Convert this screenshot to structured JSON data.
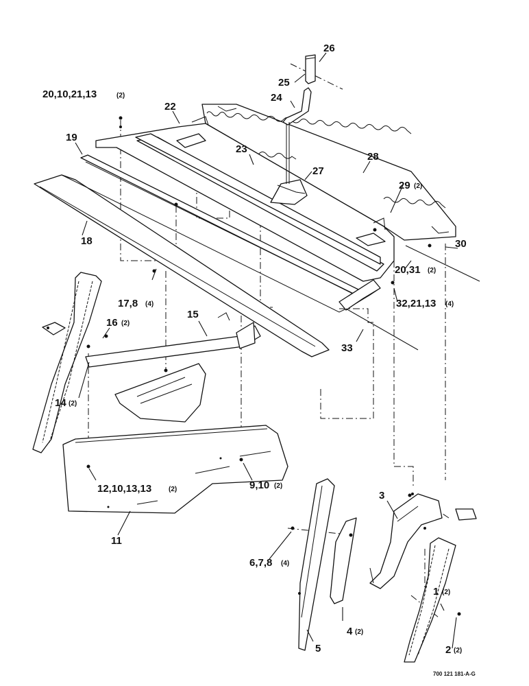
{
  "callouts": [
    {
      "id": "c26",
      "label": "26"
    },
    {
      "id": "c25",
      "label": "25"
    },
    {
      "id": "c24",
      "label": "24"
    },
    {
      "id": "c20a",
      "label": "20,10,21,13",
      "qty": "(2)"
    },
    {
      "id": "c22",
      "label": "22"
    },
    {
      "id": "c19",
      "label": "19"
    },
    {
      "id": "c23",
      "label": "23"
    },
    {
      "id": "c28",
      "label": "28"
    },
    {
      "id": "c27",
      "label": "27"
    },
    {
      "id": "c29",
      "label": "29",
      "qty": "(2)"
    },
    {
      "id": "c18",
      "label": "18"
    },
    {
      "id": "c30",
      "label": "30"
    },
    {
      "id": "c20b",
      "label": "20,31",
      "qty": "(2)"
    },
    {
      "id": "c17",
      "label": "17,8",
      "qty": "(4)"
    },
    {
      "id": "c32",
      "label": "32,21,13",
      "qty": "(4)"
    },
    {
      "id": "c15",
      "label": "15"
    },
    {
      "id": "c16",
      "label": "16",
      "qty": "(2)"
    },
    {
      "id": "c33",
      "label": "33"
    },
    {
      "id": "c14",
      "label": "14",
      "qty": "(2)"
    },
    {
      "id": "c12",
      "label": "12,10,13,13",
      "qty": "(2)"
    },
    {
      "id": "c9",
      "label": "9,10",
      "qty": "(2)"
    },
    {
      "id": "c11",
      "label": "11"
    },
    {
      "id": "c3",
      "label": "3"
    },
    {
      "id": "c6",
      "label": "6,7,8",
      "qty": "(4)"
    },
    {
      "id": "c1",
      "label": "1",
      "qty": "(2)"
    },
    {
      "id": "c4",
      "label": "4",
      "qty": "(2)"
    },
    {
      "id": "c2",
      "label": "2",
      "qty": "(2)"
    },
    {
      "id": "c5",
      "label": "5"
    }
  ],
  "drawing_code": "700 121 181-A-G"
}
